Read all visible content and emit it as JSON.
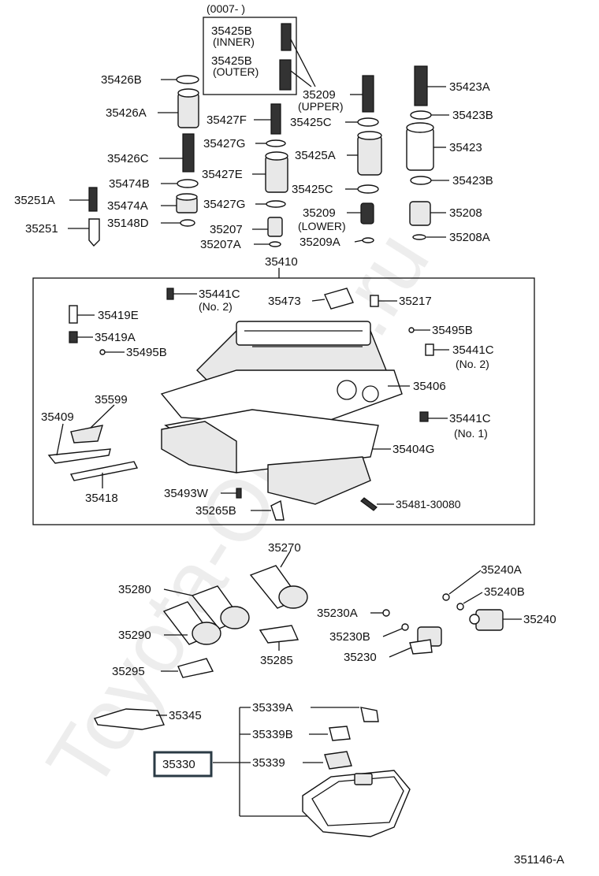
{
  "watermark": "Toyota-Online.ru",
  "diagram_code": "351146-A",
  "labels": {
    "serial": "(0007-        )",
    "p35425B_inner": "35425B",
    "inner": "(INNER)",
    "p35425B_outer": "35425B",
    "outer": "(OUTER)",
    "p35426B": "35426B",
    "p35426A": "35426A",
    "p35426C": "35426C",
    "p35474B": "35474B",
    "p35474A": "35474A",
    "p35148D": "35148D",
    "p35251A": "35251A",
    "p35251": "35251",
    "p35427F": "35427F",
    "p35427G_a": "35427G",
    "p35427E": "35427E",
    "p35427G_b": "35427G",
    "p35207": "35207",
    "p35207A": "35207A",
    "p35209_upper": "35209",
    "upper": "(UPPER)",
    "p35425C_a": "35425C",
    "p35425A": "35425A",
    "p35425C_b": "35425C",
    "p35209_lower": "35209",
    "lower": "(LOWER)",
    "p35209A": "35209A",
    "p35423A": "35423A",
    "p35423B_a": "35423B",
    "p35423": "35423",
    "p35423B_b": "35423B",
    "p35208": "35208",
    "p35208A": "35208A",
    "p35410": "35410",
    "p35441C_a": "35441C",
    "no2_a": "(No. 2)",
    "p35473": "35473",
    "p35217": "35217",
    "p35419E": "35419E",
    "p35419A": "35419A",
    "p35495B_a": "35495B",
    "p35495B_b": "35495B",
    "p35441C_b": "35441C",
    "no2_b": "(No. 2)",
    "p35406": "35406",
    "p35409": "35409",
    "p35599": "35599",
    "p35441C_c": "35441C",
    "no1": "(No. 1)",
    "p35404G": "35404G",
    "p35418": "35418",
    "p35493W": "35493W",
    "p35265B": "35265B",
    "p35481": "35481-30080",
    "p35270": "35270",
    "p35280": "35280",
    "p35290": "35290",
    "p35295": "35295",
    "p35285": "35285",
    "p35230A": "35230A",
    "p35230B": "35230B",
    "p35230": "35230",
    "p35240A": "35240A",
    "p35240B": "35240B",
    "p35240": "35240",
    "p35345": "35345",
    "p35339A": "35339A",
    "p35339B": "35339B",
    "p35339": "35339",
    "p35330": "35330"
  }
}
